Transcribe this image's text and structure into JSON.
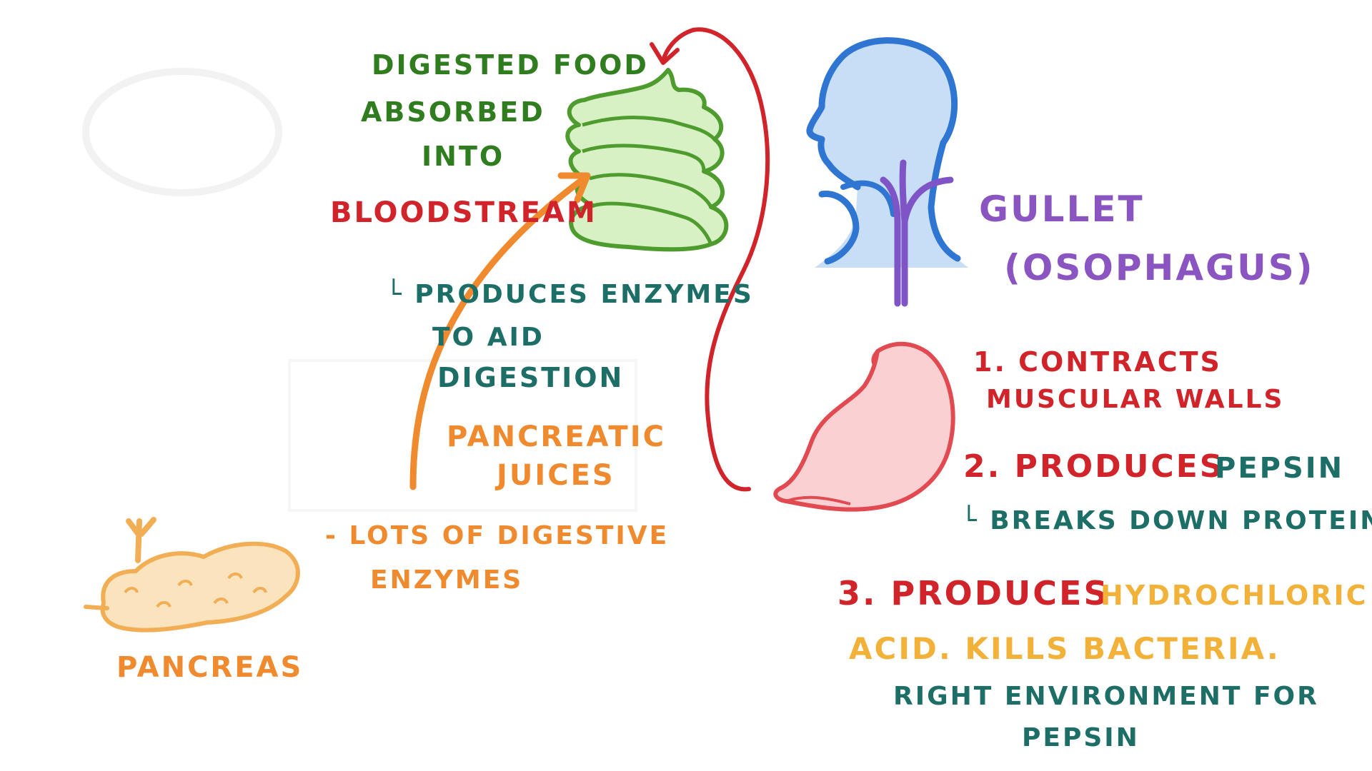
{
  "small_intestine": {
    "line1": "DIGESTED FOOD",
    "line2": "ABSORBED",
    "line3": "INTO",
    "line4": "BLOODSTREAM"
  },
  "pancreas": {
    "produces_line1": "└ PRODUCES ENZYMES",
    "produces_line2": "TO AID",
    "produces_line3": "DIGESTION",
    "juices_line1": "PANCREATIC",
    "juices_line2": "JUICES",
    "lots_line1": "- LOTS OF DIGESTIVE",
    "lots_line2": "ENZYMES",
    "organ_label": "PANCREAS"
  },
  "gullet": {
    "line1": "GULLET",
    "line2": "(OSOPHAGUS)"
  },
  "stomach": {
    "point1_line1": "1. CONTRACTS",
    "point1_line2": "MUSCULAR WALLS",
    "point2_a": "2. PRODUCES",
    "point2_b": "PEPSIN",
    "point2_sub": "└ BREAKS DOWN PROTEIN",
    "point3_a": "3. PRODUCES",
    "point3_b": "HYDROCHLORIC",
    "point3_line2": "ACID. KILLS BACTERIA.",
    "point3_line3": "RIGHT ENVIRONMENT FOR",
    "point3_line4": "PEPSIN"
  },
  "colors": {
    "green": "#2f7d1f",
    "red": "#d1232a",
    "teal": "#1d6e66",
    "orange": "#ef8a2e",
    "purple": "#8a55c0",
    "yellow": "#f2b23a",
    "head_fill": "#c8def7",
    "head_stroke": "#2f76d2",
    "stomach_fill": "#fbd0d2",
    "intestine_fill": "#d7f0c4",
    "pancreas_fill": "#fbe3be"
  }
}
